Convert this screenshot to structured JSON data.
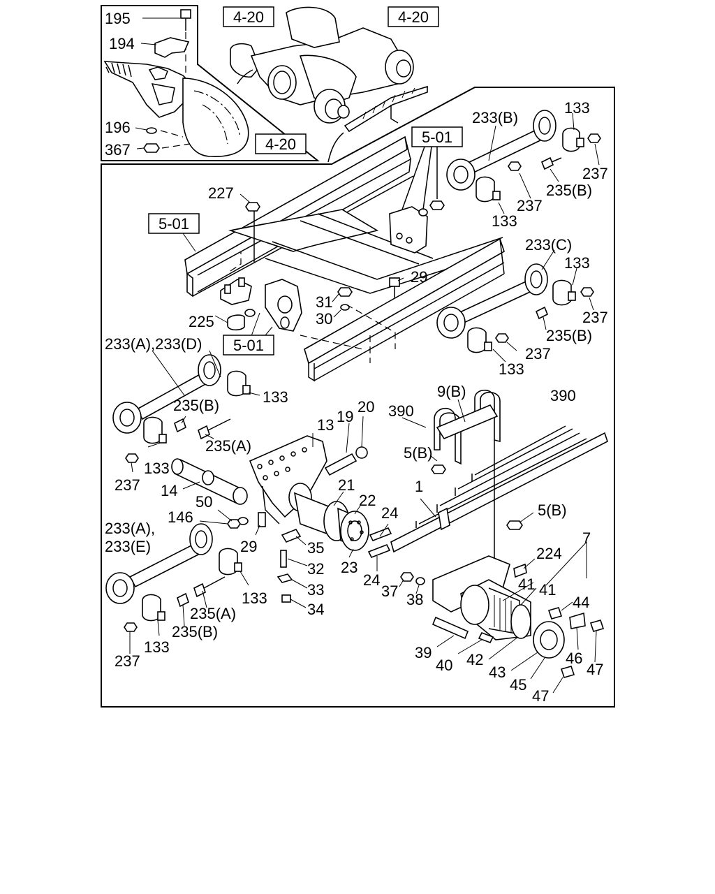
{
  "refs": [
    "4-20",
    "4-20",
    "4-20",
    "5-01",
    "5-01",
    "5-01"
  ],
  "callouts": {
    "c195": "195",
    "c194": "194",
    "c196": "196",
    "c367": "367",
    "c233b": "233(B)",
    "c133_1": "133",
    "c237_1": "237",
    "c235b_1": "235(B)",
    "c237_2": "237",
    "c133_2": "133",
    "c227": "227",
    "c233c": "233(C)",
    "c133_3": "133",
    "c29_1": "29",
    "c237_3": "237",
    "c31": "31",
    "c30": "30",
    "c235b_2": "235(B)",
    "c225": "225",
    "c237_4": "237",
    "c133_4": "133",
    "c233ad": "233(A),233(D)",
    "c133_5": "133",
    "c235b_3": "235(B)",
    "c235a_1": "235(A)",
    "c133_6": "133",
    "c237_5": "237",
    "c9b": "9(B)",
    "c390_1": "390",
    "c390_2": "390",
    "c19": "19",
    "c20": "20",
    "c13": "13",
    "c5b_1": "5(B)",
    "c14": "14",
    "c21": "21",
    "c22": "22",
    "c1": "1",
    "c50": "50",
    "c146": "146",
    "c233ae": "233(A),",
    "c233ae2": "233(E)",
    "c24_1": "24",
    "c5b_2": "5(B)",
    "c29_2": "29",
    "c35": "35",
    "c7": "7",
    "c224": "224",
    "c32": "32",
    "c23": "23",
    "c24_2": "24",
    "c33": "33",
    "c133_7": "133",
    "c41_1": "41",
    "c41_2": "41",
    "c44": "44",
    "c37": "37",
    "c38": "38",
    "c235a_2": "235(A)",
    "c34": "34",
    "c235b_4": "235(B)",
    "c133_8": "133",
    "c237_6": "237",
    "c39": "39",
    "c40": "40",
    "c42": "42",
    "c43": "43",
    "c46": "46",
    "c47_1": "47",
    "c45": "45",
    "c47_2": "47"
  }
}
